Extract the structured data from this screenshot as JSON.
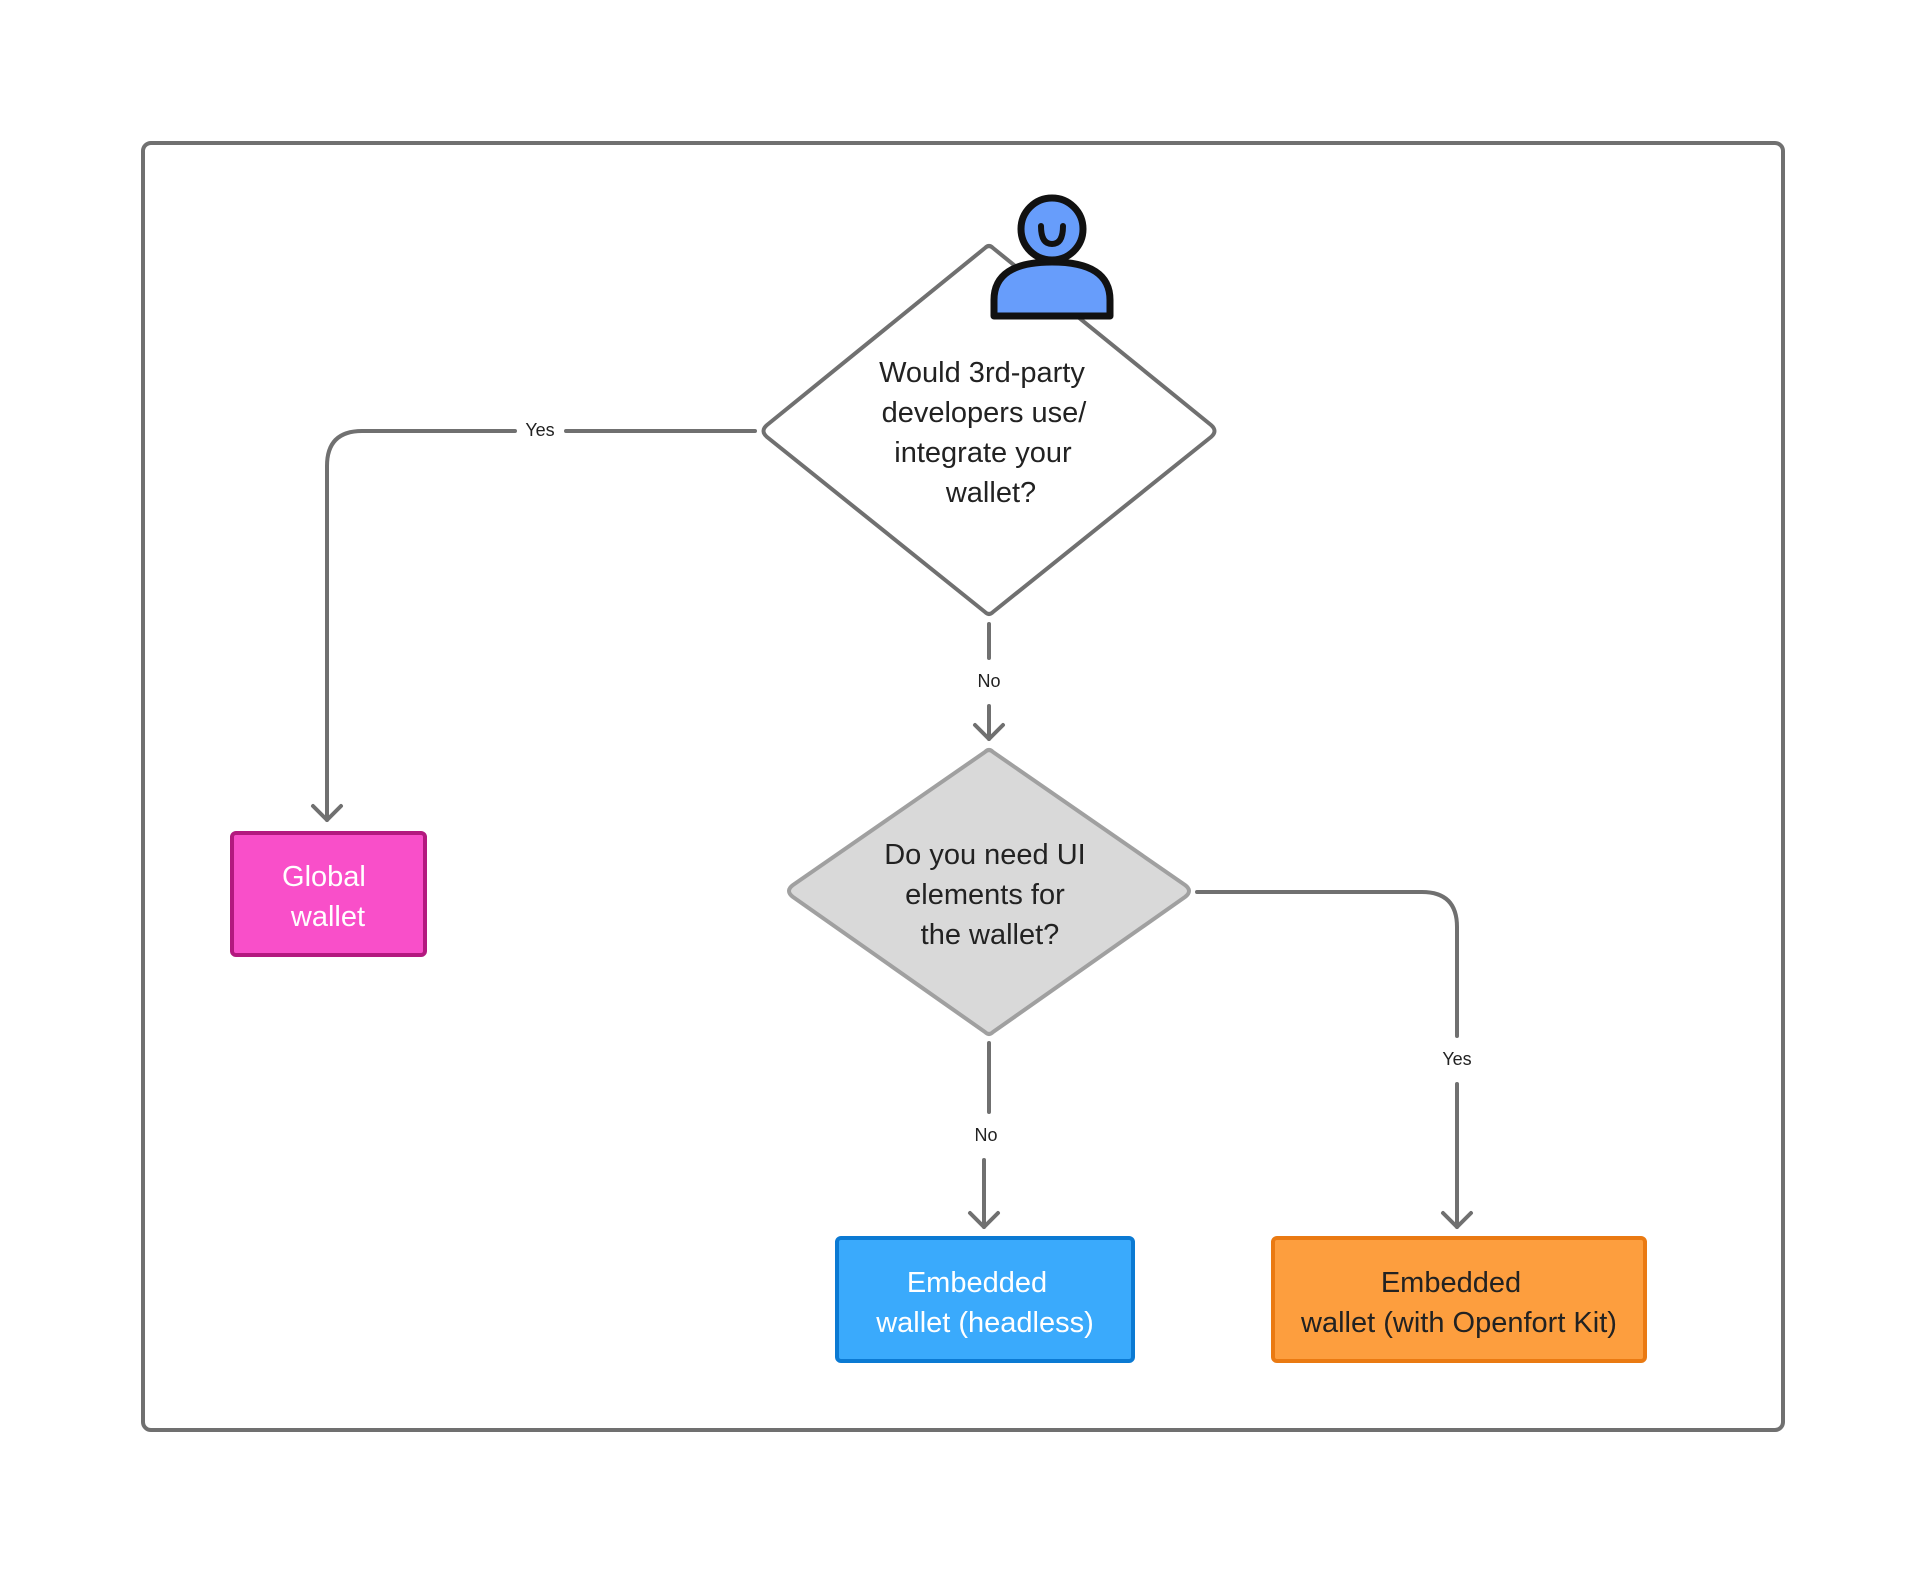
{
  "colors": {
    "edge": "#707070",
    "frame": "#707070",
    "decision1_fill": "#ffffff",
    "decision1_stroke": "#707070",
    "decision2_fill": "#d9d9d9",
    "decision2_stroke": "#a0a0a0",
    "global_fill": "#f94fc9",
    "global_stroke": "#b3197f",
    "headless_fill": "#3aaafc",
    "headless_stroke": "#0b7ad3",
    "kit_fill": "#fd9e3e",
    "kit_stroke": "#ea7a12",
    "user_fill": "#679dfb",
    "user_stroke": "#111111"
  },
  "decisions": {
    "third_party": {
      "lines": [
        "Would 3rd-party",
        "developers use/",
        "integrate your",
        "wallet?"
      ]
    },
    "ui_elements": {
      "lines": [
        "Do you need UI",
        "elements for",
        "the wallet?"
      ]
    }
  },
  "outcomes": {
    "global": {
      "lines": [
        "Global",
        "wallet"
      ]
    },
    "headless": {
      "lines": [
        "Embedded",
        "wallet (headless)"
      ]
    },
    "kit": {
      "lines": [
        "Embedded",
        "wallet (with Openfort Kit)"
      ]
    }
  },
  "edges": {
    "third_party_yes": "Yes",
    "third_party_no": "No",
    "ui_no": "No",
    "ui_yes": "Yes"
  },
  "icons": {
    "user": "user-icon"
  }
}
